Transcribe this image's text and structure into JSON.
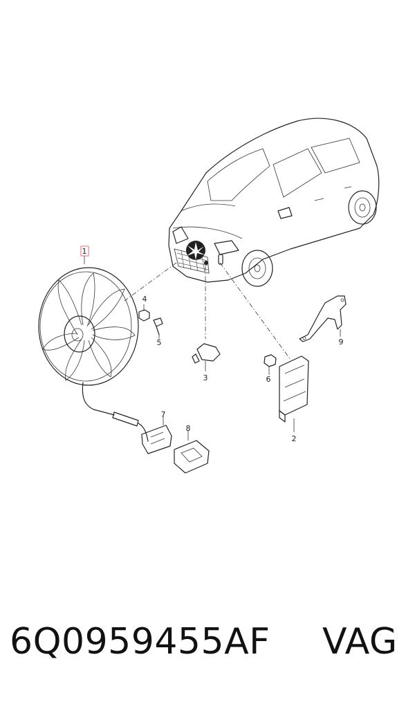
{
  "callouts": [
    "1",
    "2",
    "3",
    "4",
    "5",
    "6",
    "7",
    "8",
    "9"
  ],
  "footer": {
    "part_number": "6Q0959455AF",
    "brand": "VAG"
  },
  "colors": {
    "line": "#222222",
    "highlight_box": "#e0707a",
    "grille": "#555555"
  }
}
